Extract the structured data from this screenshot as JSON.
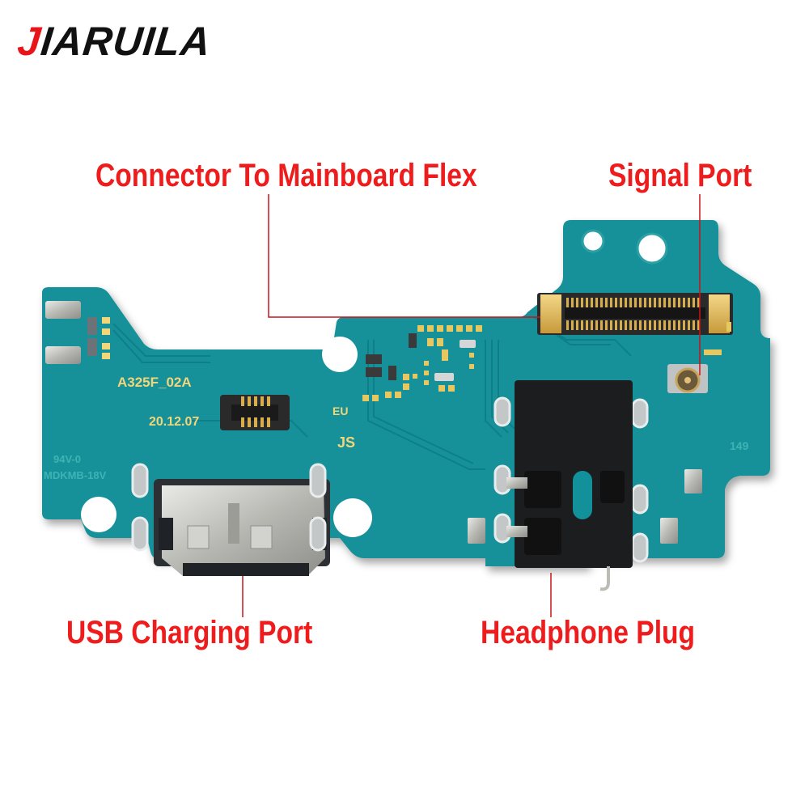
{
  "brand": {
    "first_letter": "J",
    "rest": "IARUILA",
    "first_letter_color": "#e8141a",
    "rest_color": "#111111"
  },
  "callouts": {
    "connector": {
      "label": "Connector To Mainboard Flex"
    },
    "signal": {
      "label": "Signal Port"
    },
    "usb": {
      "label": "USB Charging Port"
    },
    "headphone": {
      "label": "Headphone Plug"
    },
    "color": "#ee1c1c"
  },
  "board": {
    "pcb_color": "#12919a",
    "model_text": "A325F_02A",
    "date_text": "20.12.07",
    "region_text": "EU",
    "marker_text": "JS",
    "rating_line1": "94V-0",
    "rating_line2": "MDKMB-18V",
    "serial_text": "149"
  }
}
